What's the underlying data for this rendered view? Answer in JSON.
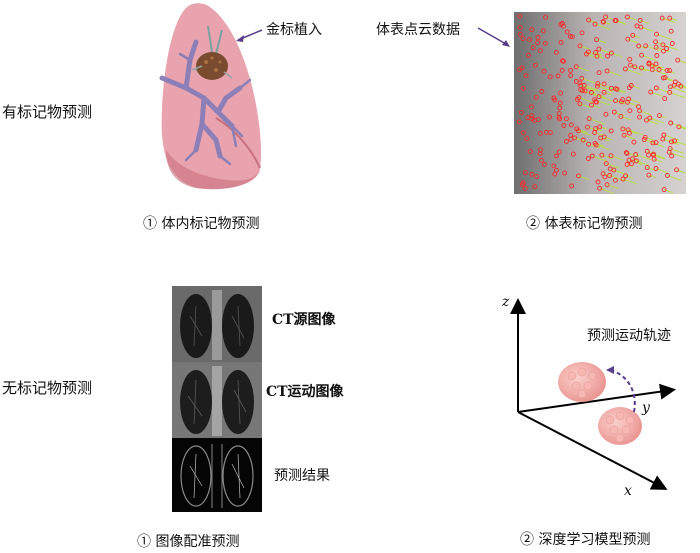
{
  "rows": {
    "marker": "有标记物预测",
    "markerless": "无标记物预测"
  },
  "panels": {
    "internal": {
      "caption": "① 体内标记物预测",
      "annotation": "金标植入",
      "colors": {
        "lung": "#e9a3ae",
        "lung_shadow": "#c9707f",
        "tumor": "#7a4b2e",
        "airway": "#8c7fb7"
      }
    },
    "surface": {
      "caption": "② 体表标记物预测",
      "annotation": "体表点云数据",
      "colors": {
        "points": "#ff2a2a",
        "vectors": "#b6e23a"
      }
    },
    "registration": {
      "caption": "① 图像配准预测",
      "labels": [
        "CT源图像",
        "CT运动图像",
        "预测结果"
      ]
    },
    "deep_learning": {
      "caption": "② 深度学习模型预测",
      "trajectory_label": "预测运动轨迹",
      "axes": {
        "z": "z",
        "y": "y",
        "x": "x"
      },
      "colors": {
        "tumor": "#f2a7a3",
        "trajectory": "#5a3d8a"
      }
    }
  }
}
